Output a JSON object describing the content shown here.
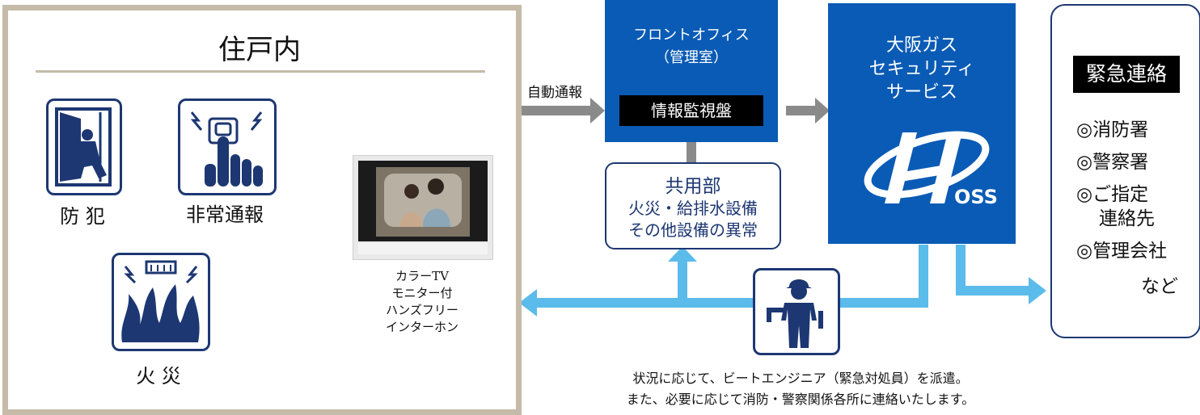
{
  "inhouse": {
    "title": "住戸内",
    "crime_label": "防 犯",
    "emergency_report_label": "非常通報",
    "fire_label": "火 災",
    "monitor_label_lines": [
      "カラーTV",
      "モニター付",
      "ハンズフリー",
      "インターホン"
    ]
  },
  "auto_report_label": "自動通報",
  "front_office": {
    "title_lines": [
      "フロントオフィス",
      "（管理室）"
    ],
    "panel_label": "情報監視盤"
  },
  "shared_area": {
    "title": "共用部",
    "lines": [
      "火災・給排水設備",
      "その他設備の異常"
    ]
  },
  "osaka_gas": {
    "title_lines": [
      "大阪ガス",
      "セキュリティ",
      "サービス"
    ],
    "logo_text": "OSS"
  },
  "emergency_contact": {
    "title": "緊急連絡",
    "items": [
      "◎消防署",
      "◎警察署",
      "◎ご指定",
      "連絡先",
      "◎管理会社",
      "など"
    ]
  },
  "footnote_lines": [
    "状況に応じて、ビートエンジニア（緊急対処員）を派遣。",
    "また、必要に応じて消防・警察関係各所に連絡いたします。"
  ],
  "colors": {
    "navy": "#1d3772",
    "blue": "#0a5bb5",
    "light_blue": "#5bbbea",
    "gray_arrow": "#8a8a8a",
    "beige_frame": "#c5bba8"
  }
}
